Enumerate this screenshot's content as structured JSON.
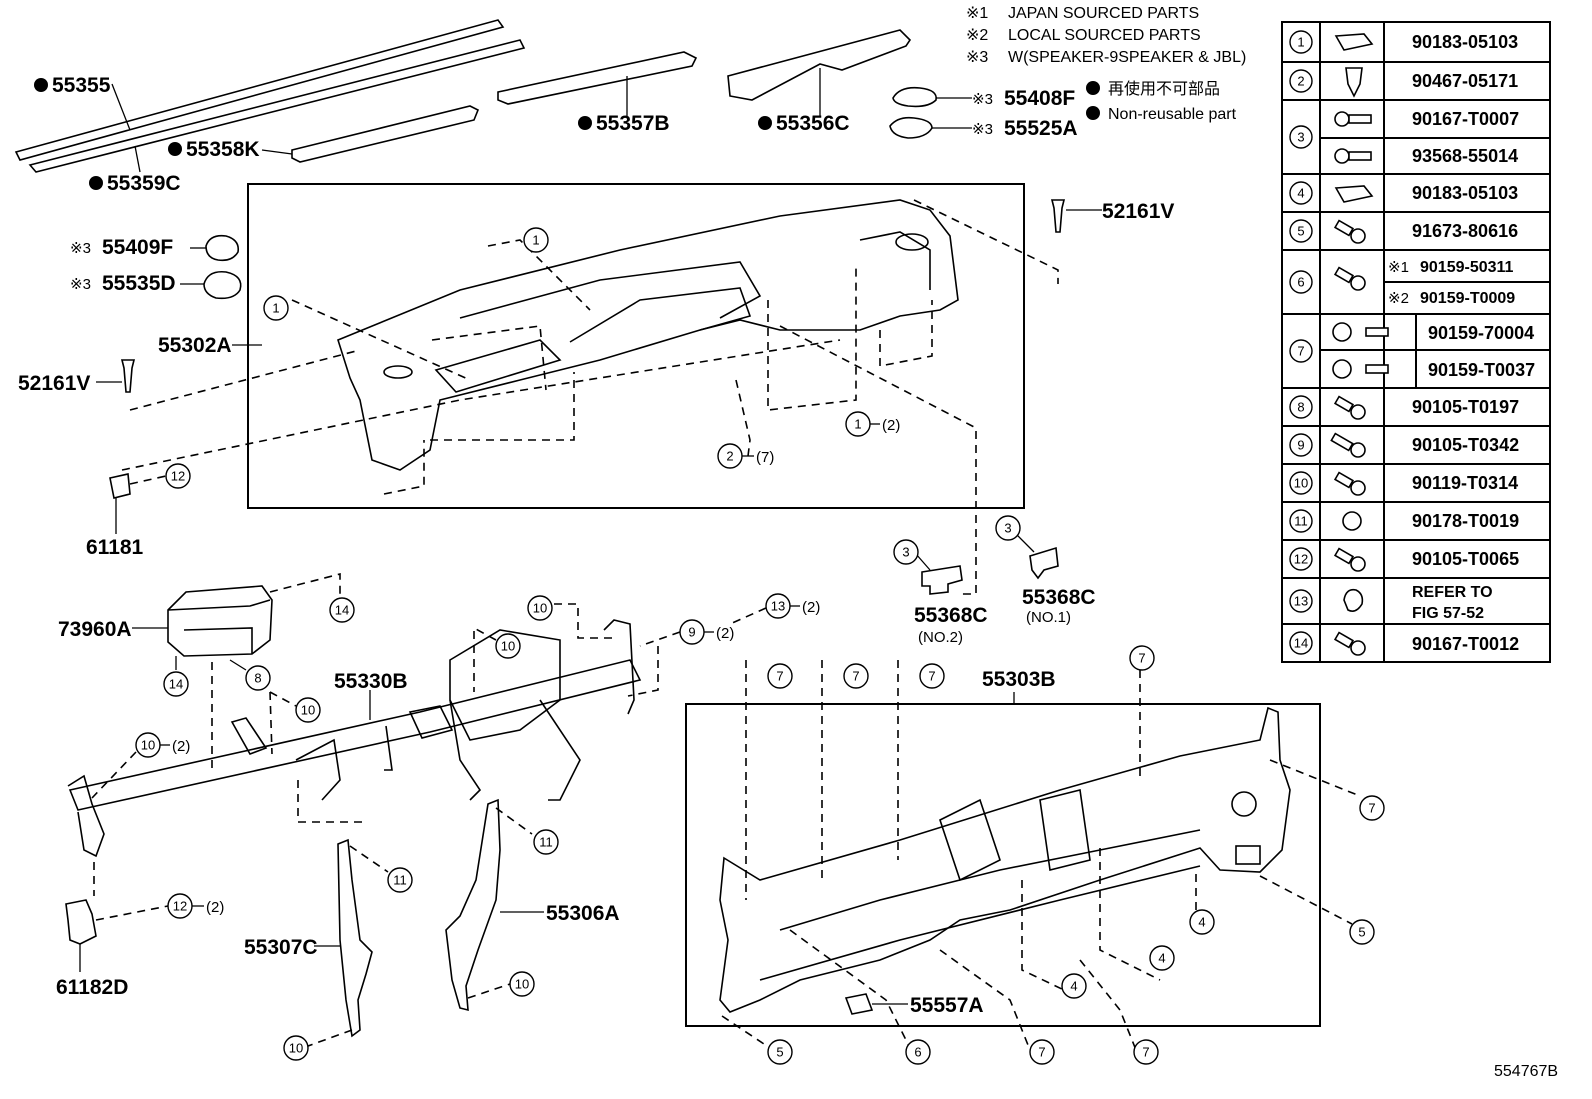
{
  "notes": [
    {
      "mark": "※1",
      "text": "JAPAN SOURCED PARTS"
    },
    {
      "mark": "※2",
      "text": "LOCAL SOURCED PARTS"
    },
    {
      "mark": "※3",
      "text": "W(SPEAKER-9SPEAKER & JBL)"
    }
  ],
  "legend": {
    "jp_label": "再使用不可部品",
    "en_label": "Non-reusable part"
  },
  "parts": {
    "p55355": "55355",
    "p55359c": "55359C",
    "p55358k": "55358K",
    "p55357b": "55357B",
    "p55356c": "55356C",
    "p55408f": "55408F",
    "p55525a": "55525A",
    "p55409f": "55409F",
    "p55535d": "55535D",
    "p55302a": "55302A",
    "p52161v_left": "52161V",
    "p52161v_right": "52161V",
    "p61181": "61181",
    "p73960a": "73960A",
    "p55330b": "55330B",
    "p55368c_no2": "55368C",
    "p55368c_no2_sub": "(NO.2)",
    "p55368c_no1": "55368C",
    "p55368c_no1_sub": "(NO.1)",
    "p55303b": "55303B",
    "p55306a": "55306A",
    "p55307c": "55307C",
    "p61182d": "61182D",
    "p55557a": "55557A",
    "mark3": "※3"
  },
  "qty_notes": {
    "q2": "(2)",
    "q7": "(7)"
  },
  "fastener_table": [
    {
      "no": "1",
      "codes": [
        "90183-05103"
      ]
    },
    {
      "no": "2",
      "codes": [
        "90467-05171"
      ]
    },
    {
      "no": "3",
      "codes": [
        "90167-T0007",
        "93568-55014"
      ]
    },
    {
      "no": "4",
      "codes": [
        "90183-05103"
      ]
    },
    {
      "no": "5",
      "codes": [
        "91673-80616"
      ]
    },
    {
      "no": "6",
      "codes": [
        "90159-50311",
        "90159-T0009"
      ],
      "marks": [
        "※1",
        "※2"
      ]
    },
    {
      "no": "7",
      "codes": [
        "90159-70004",
        "90159-T0037"
      ]
    },
    {
      "no": "8",
      "codes": [
        "90105-T0197"
      ]
    },
    {
      "no": "9",
      "codes": [
        "90105-T0342"
      ]
    },
    {
      "no": "10",
      "codes": [
        "90119-T0314"
      ]
    },
    {
      "no": "11",
      "codes": [
        "90178-T0019"
      ]
    },
    {
      "no": "12",
      "codes": [
        "90105-T0065"
      ]
    },
    {
      "no": "13",
      "codes": [
        "REFER TO",
        "FIG 57-52"
      ]
    },
    {
      "no": "14",
      "codes": [
        "90167-T0012"
      ]
    }
  ],
  "callouts": [
    "1",
    "2",
    "3",
    "4",
    "5",
    "6",
    "7",
    "8",
    "9",
    "10",
    "11",
    "12",
    "13",
    "14"
  ],
  "figure_id": "554767B"
}
